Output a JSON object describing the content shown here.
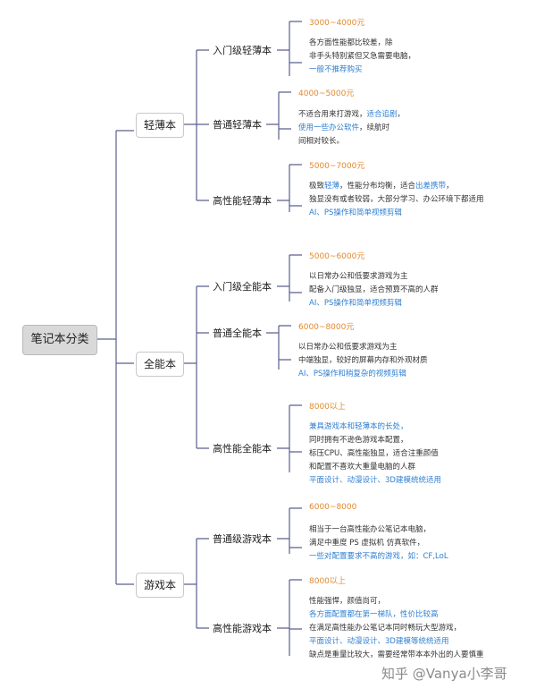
{
  "root": "笔记本分类",
  "categories": [
    {
      "label": "轻薄本",
      "subs": [
        {
          "name": "入门级轻薄本",
          "price": "3000~4000元",
          "lines": [
            [
              {
                "t": "各方面性能都比较差，除",
                "c": ""
              }
            ],
            [
              {
                "t": "非手头特别紧但又急需要电脑，",
                "c": ""
              }
            ],
            [
              {
                "t": "一般不推荐购买",
                "c": "blue"
              }
            ]
          ]
        },
        {
          "name": "普通轻薄本",
          "price": "4000~5000元",
          "lines": [
            [
              {
                "t": "不适合用来打游戏，",
                "c": ""
              },
              {
                "t": "适合追剧",
                "c": "blue"
              },
              {
                "t": "，",
                "c": ""
              }
            ],
            [
              {
                "t": "使用一些办公软件",
                "c": "blue"
              },
              {
                "t": "，续航时",
                "c": ""
              }
            ],
            [
              {
                "t": "间相对较长。",
                "c": ""
              }
            ]
          ]
        },
        {
          "name": "高性能轻薄本",
          "price": "5000~7000元",
          "lines": [
            [
              {
                "t": "极致",
                "c": ""
              },
              {
                "t": "轻薄",
                "c": "blue"
              },
              {
                "t": "，性能分布均衡，适合",
                "c": ""
              },
              {
                "t": "出差携带",
                "c": "blue"
              },
              {
                "t": "，",
                "c": ""
              }
            ],
            [
              {
                "t": "独显没有或者较弱，大部分学习、办公环境下都适用",
                "c": ""
              }
            ],
            [
              {
                "t": "AI、PS操作和简单视频剪辑",
                "c": "blue"
              }
            ]
          ]
        }
      ]
    },
    {
      "label": "全能本",
      "subs": [
        {
          "name": "入门级全能本",
          "price": "5000~6000元",
          "lines": [
            [
              {
                "t": "以日常办公和低要求游戏为主",
                "c": ""
              }
            ],
            [
              {
                "t": "配备入门级独显，适合预算不高的人群",
                "c": ""
              }
            ],
            [
              {
                "t": "AI、PS操作和简单视频剪辑",
                "c": "blue"
              }
            ]
          ]
        },
        {
          "name": "普通全能本",
          "price": "6000~8000元",
          "lines": [
            [
              {
                "t": "以日常办公和低要求游戏为主",
                "c": ""
              }
            ],
            [
              {
                "t": "中端独显，较好的屏幕内存和外观材质",
                "c": ""
              }
            ],
            [
              {
                "t": "AI、PS操作和稍复杂的视频剪辑",
                "c": "blue"
              }
            ]
          ]
        },
        {
          "name": "高性能全能本",
          "price": "8000以上",
          "lines": [
            [
              {
                "t": "兼具游戏本和轻薄本的长处，",
                "c": "blue"
              }
            ],
            [
              {
                "t": "同时拥有不逊色游戏本配置，",
                "c": ""
              }
            ],
            [
              {
                "t": "标压CPU、高性能独显，适合注重颜值",
                "c": ""
              }
            ],
            [
              {
                "t": "和配置不喜欢大重量电脑的人群",
                "c": ""
              }
            ],
            [
              {
                "t": "平面设计、动漫设计、3D建模统统适用",
                "c": "blue"
              }
            ]
          ]
        }
      ]
    },
    {
      "label": "游戏本",
      "subs": [
        {
          "name": "普通级游戏本",
          "price": "6000~8000",
          "lines": [
            [
              {
                "t": "相当于一台高性能办公笔记本电脑，",
                "c": ""
              }
            ],
            [
              {
                "t": "满足中重度 PS 虚拟机 仿真软件，",
                "c": ""
              }
            ],
            [
              {
                "t": "一些对配置要求不高的游戏，如：CF,LoL",
                "c": "blue"
              }
            ]
          ]
        },
        {
          "name": "高性能游戏本",
          "price": "8000以上",
          "lines": [
            [
              {
                "t": "性能强悍，颜值尚可，",
                "c": ""
              }
            ],
            [
              {
                "t": "各方面配置都在第一梯队，性价比较高",
                "c": "blue"
              }
            ],
            [
              {
                "t": "在满足高性能办公笔记本同时畅玩大型游戏，",
                "c": ""
              }
            ],
            [
              {
                "t": "平面设计、动漫设计、3D建模等统统适用",
                "c": "blue"
              }
            ],
            [
              {
                "t": "缺点是重量比较大，需要经常带本本外出的人要慎重",
                "c": ""
              }
            ]
          ]
        }
      ]
    }
  ],
  "watermark": "知乎 @Vanya小李哥"
}
